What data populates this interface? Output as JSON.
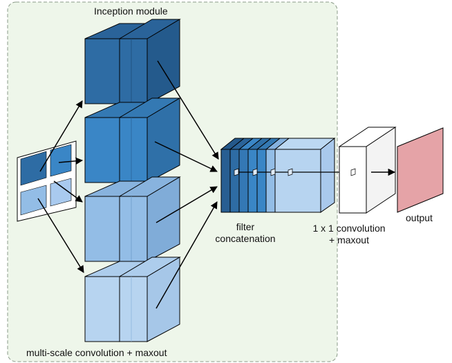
{
  "title": "Inception module",
  "bottom_label": "multi-scale convolution + maxout",
  "concat_label": {
    "line1": "filter",
    "line2": "concatenation"
  },
  "conv_label": {
    "line1": "1 x 1 convolution",
    "line2": "+ maxout"
  },
  "output_label": "output",
  "colors": {
    "module_background": "#eef6ea",
    "module_border": "#8a9a88",
    "branch_1": "#2e6ca4",
    "branch_2": "#3a86c6",
    "branch_3": "#93bde6",
    "branch_4": "#b7d4f0",
    "conv_block": "#ffffff",
    "output_block": "#e5a3a7"
  }
}
